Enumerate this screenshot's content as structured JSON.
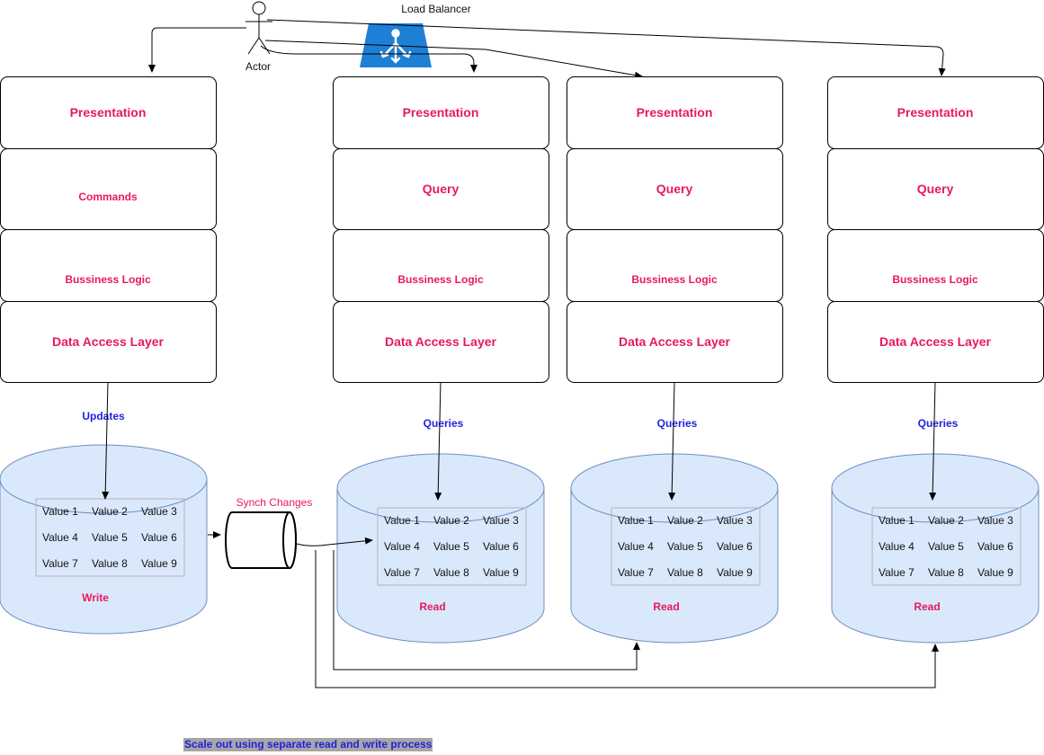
{
  "actor": {
    "label": "Actor"
  },
  "load_balancer": {
    "label": "Load Balancer",
    "icon": "load-balancer-icon",
    "color": "#1e7fd6"
  },
  "colors": {
    "layer_text": "#e8195a",
    "edge_label": "#1f1fe0",
    "db_fill": "#dae8fc",
    "db_stroke": "#6c8ebf"
  },
  "stacks": [
    {
      "id": "write-stack",
      "layers": [
        "Presentation",
        "Commands",
        "Bussiness Logic",
        "Data Access Layer"
      ],
      "edge_label": "Updates"
    },
    {
      "id": "read-stack-1",
      "layers": [
        "Presentation",
        "Query",
        "Bussiness Logic",
        "Data Access Layer"
      ],
      "edge_label": "Queries"
    },
    {
      "id": "read-stack-2",
      "layers": [
        "Presentation",
        "Query",
        "Bussiness Logic",
        "Data Access Layer"
      ],
      "edge_label": "Queries"
    },
    {
      "id": "read-stack-3",
      "layers": [
        "Presentation",
        "Query",
        "Bussiness Logic",
        "Data Access Layer"
      ],
      "edge_label": "Queries"
    }
  ],
  "databases": [
    {
      "id": "write-db",
      "label": "Write",
      "values": [
        "Value 1",
        "Value 2",
        "Value 3",
        "Value 4",
        "Value 5",
        "Value 6",
        "Value 7",
        "Value 8",
        "Value 9"
      ]
    },
    {
      "id": "read-db-1",
      "label": "Read",
      "values": [
        "Value 1",
        "Value 2",
        "Value 3",
        "Value 4",
        "Value 5",
        "Value 6",
        "Value 7",
        "Value 8",
        "Value 9"
      ]
    },
    {
      "id": "read-db-2",
      "label": "Read",
      "values": [
        "Value 1",
        "Value 2",
        "Value 3",
        "Value 4",
        "Value 5",
        "Value 6",
        "Value 7",
        "Value 8",
        "Value 9"
      ]
    },
    {
      "id": "read-db-3",
      "label": "Read",
      "values": [
        "Value 1",
        "Value 2",
        "Value 3",
        "Value 4",
        "Value 5",
        "Value 6",
        "Value 7",
        "Value 8",
        "Value 9"
      ]
    }
  ],
  "queue": {
    "label": "Synch Changes"
  },
  "caption": "Scale out using separate read and write process"
}
